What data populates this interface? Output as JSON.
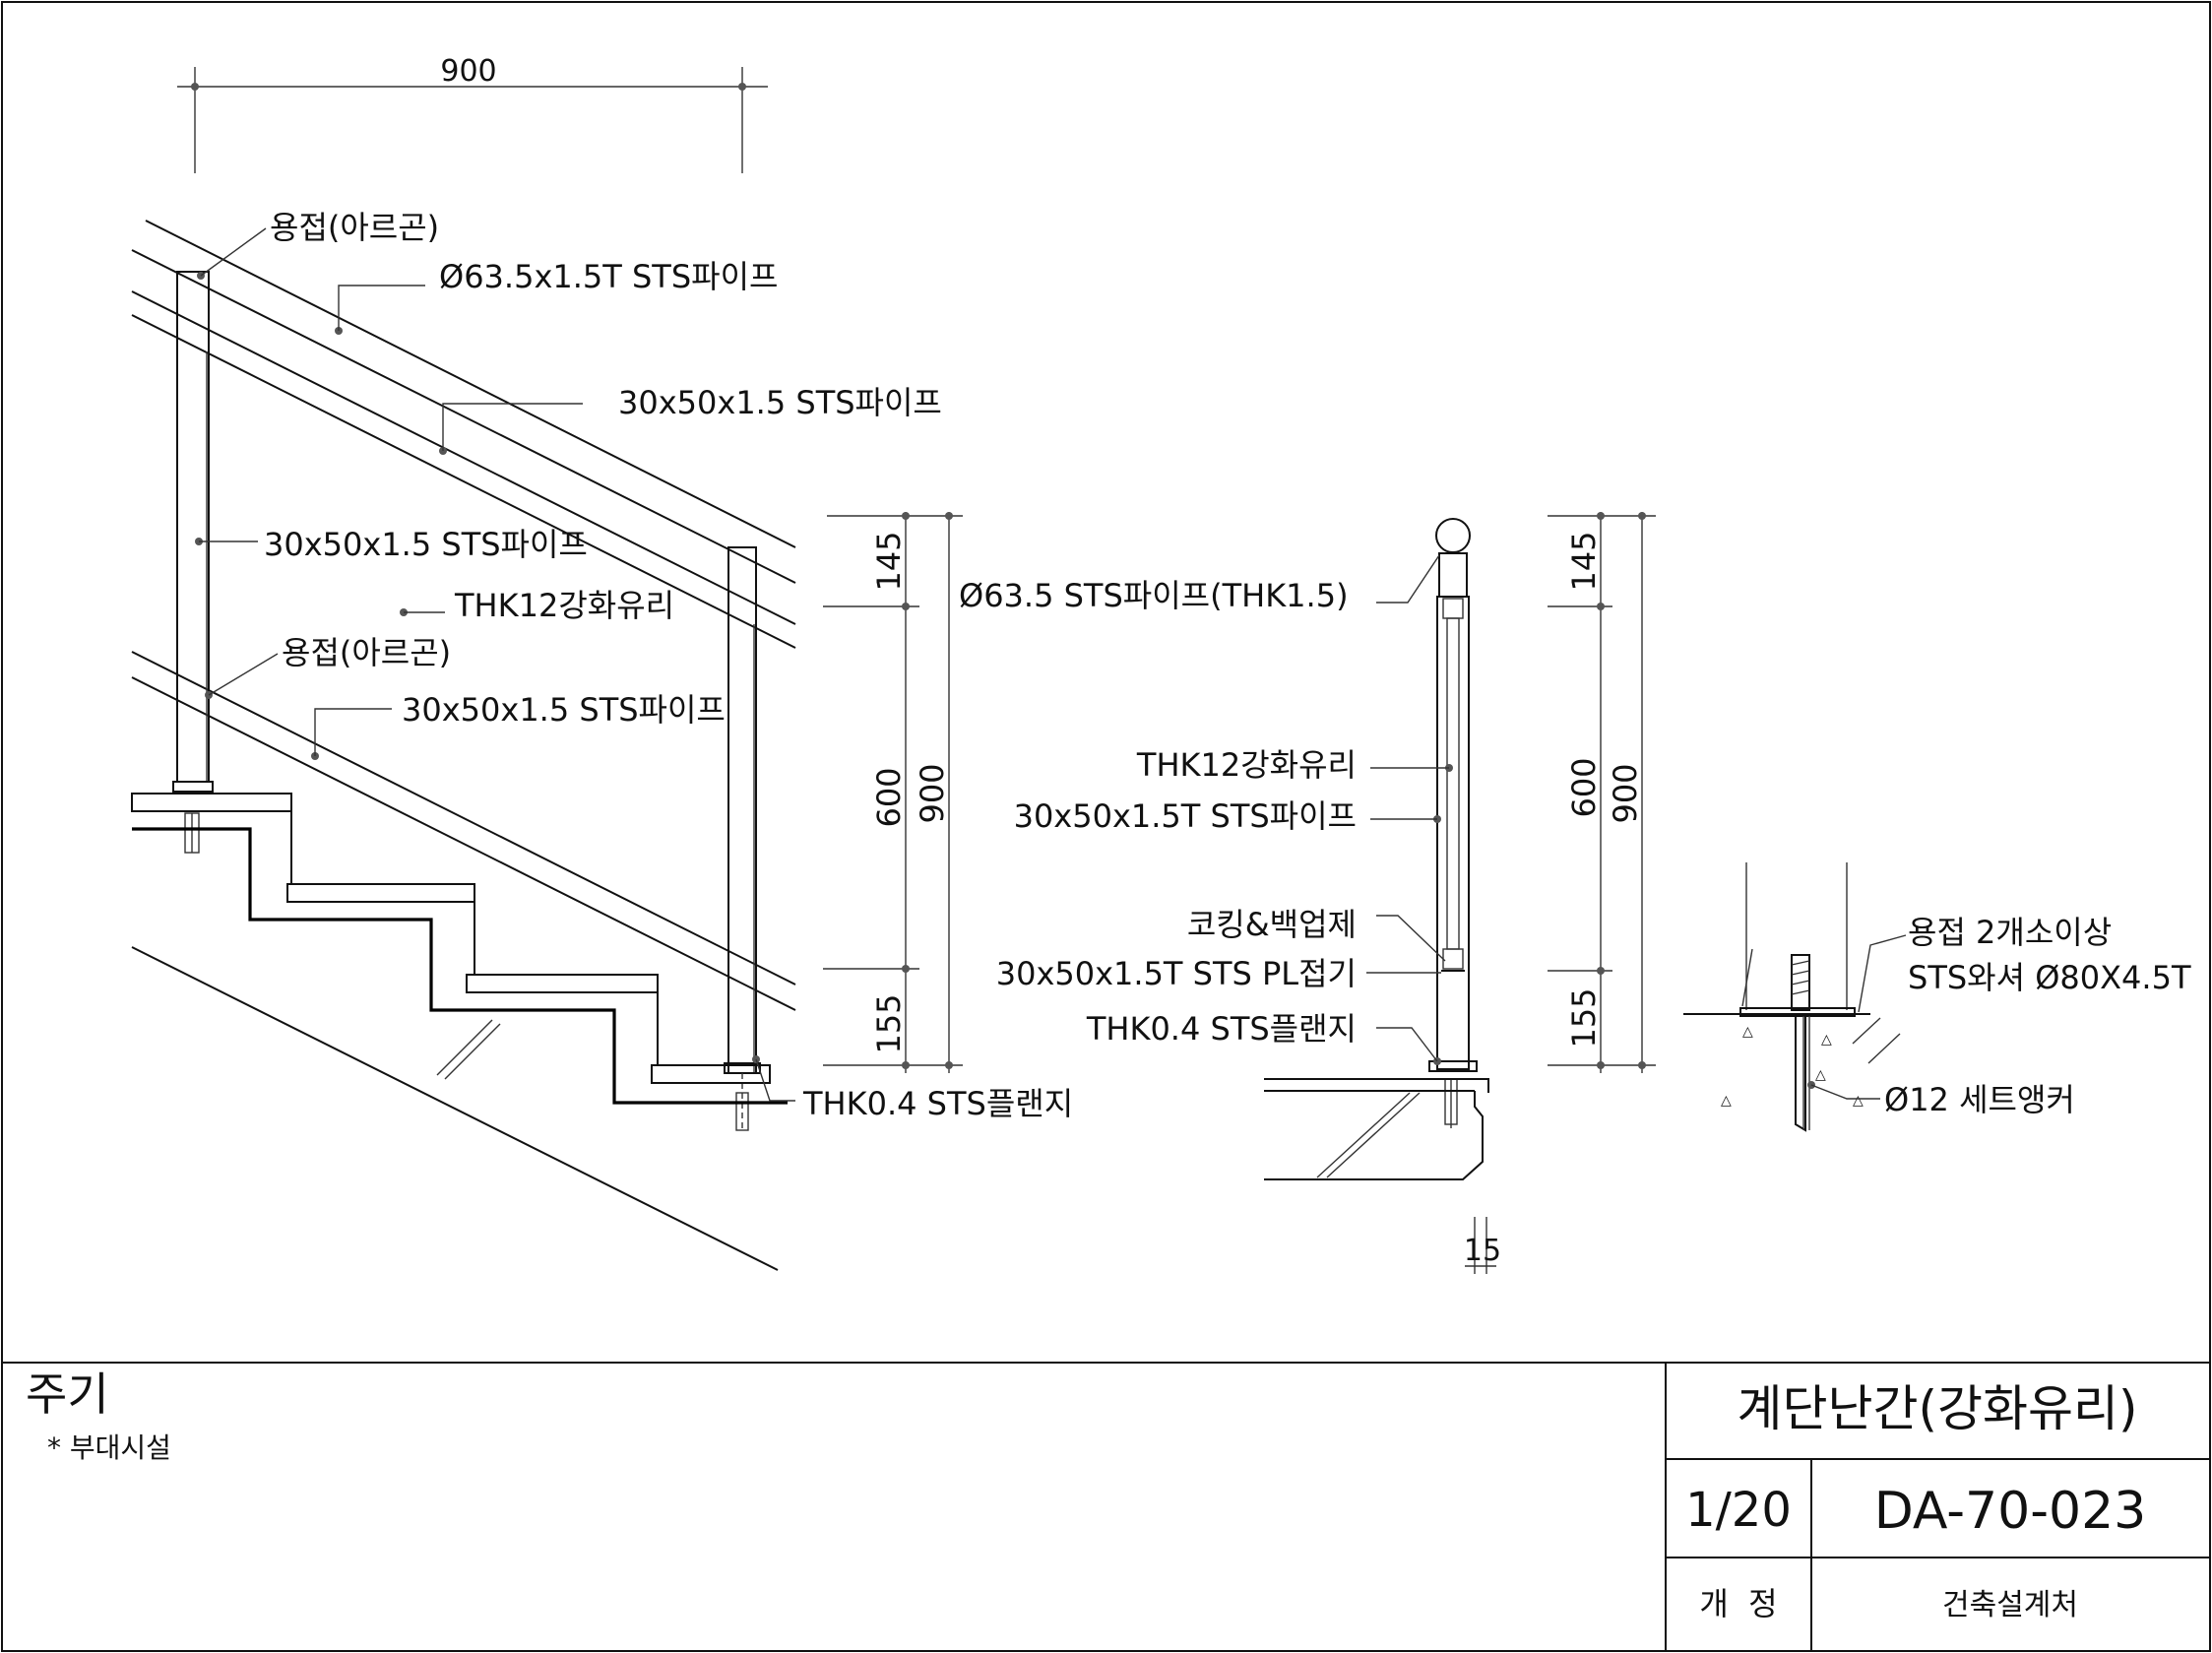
{
  "drawing": {
    "side_view": {
      "top_dimension": "900",
      "labels": {
        "weld_top": "용접(아르곤)",
        "handrail": "Ø63.5x1.5T STS파이프",
        "upper_rail": "30x50x1.5 STS파이프",
        "post": "30x50x1.5 STS파이프",
        "glass": "THK12강화유리",
        "weld_bottom": "용접(아르곤)",
        "bottom_rail": "30x50x1.5 STS파이프",
        "flange": "THK0.4 STS플랜지"
      },
      "dims": {
        "top": "145",
        "middle": "600",
        "total": "900",
        "bottom": "155"
      }
    },
    "section_view": {
      "labels": {
        "handrail": "Ø63.5 STS파이프(THK1.5)",
        "glass": "THK12강화유리",
        "frame": "30x50x1.5T STS파이프",
        "caulking": "코킹&백업제",
        "pl": "30x50x1.5T STS PL접기",
        "flange": "THK0.4 STS플랜지"
      },
      "dims": {
        "top": "145",
        "middle": "600",
        "total": "900",
        "bottom": "155",
        "offset": "15"
      }
    },
    "anchor_detail": {
      "labels": {
        "weld": "용접 2개소이상",
        "washer": "STS와셔 Ø80X4.5T",
        "anchor": "Ø12 세트앵커"
      }
    }
  },
  "notes": {
    "title": "주기",
    "items": [
      "* 부대시설"
    ]
  },
  "title_block": {
    "title": "계단난간(강화유리)",
    "scale": "1/20",
    "drawing_no": "DA-70-023",
    "revision_label": "개  정",
    "department": "건축설계처"
  }
}
